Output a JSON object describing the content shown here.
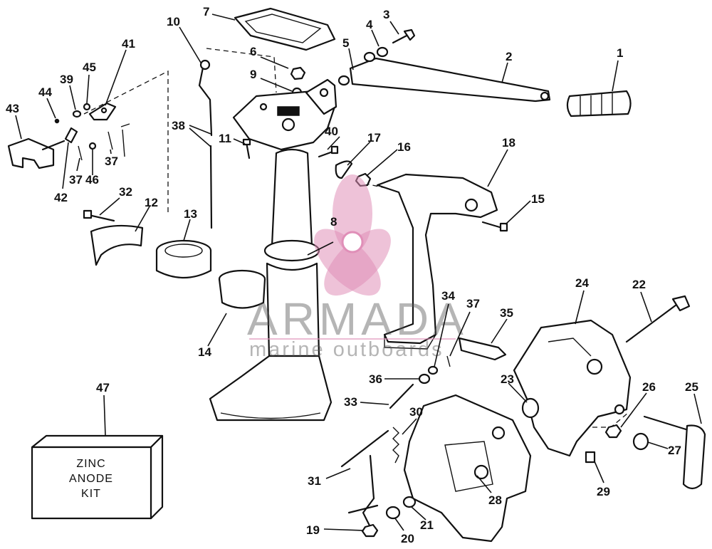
{
  "diagram": {
    "callouts": [
      "1",
      "2",
      "3",
      "4",
      "5",
      "6",
      "7",
      "8",
      "9",
      "10",
      "11",
      "12",
      "13",
      "14",
      "15",
      "16",
      "17",
      "18",
      "19",
      "20",
      "21",
      "22",
      "23",
      "24",
      "25",
      "26",
      "27",
      "28",
      "29",
      "30",
      "31",
      "32",
      "33",
      "34",
      "35",
      "36",
      "37",
      "37",
      "37",
      "38",
      "39",
      "40",
      "41",
      "42",
      "43",
      "44",
      "45",
      "46",
      "47"
    ],
    "kit_label": [
      "ZINC",
      "ANODE",
      "KIT"
    ]
  },
  "watermark": {
    "brand": "ARMADA",
    "tagline": "marine outboards",
    "brand_color": "#e08fb8"
  }
}
